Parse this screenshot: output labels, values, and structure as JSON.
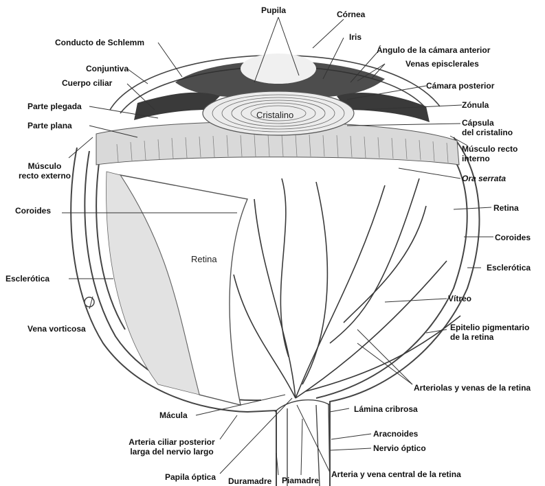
{
  "labels": {
    "pupila": "Pupila",
    "cornea": "Córnea",
    "schlemm": "Conducto de Schlemm",
    "iris": "Iris",
    "angulo": "Ángulo de la cámara anterior",
    "conjuntiva": "Conjuntiva",
    "venas_episclerales": "Venas episclerales",
    "cuerpo_ciliar": "Cuerpo ciliar",
    "camara_posterior": "Cámara posterior",
    "parte_plegada": "Parte plegada",
    "zonula": "Zónula",
    "parte_plana": "Parte plana",
    "capsula_1": "Cápsula",
    "capsula_2": "del cristalino",
    "musculo_recto_interno_1": "Músculo recto",
    "musculo_recto_interno_2": "interno",
    "musculo_recto_externo_1": "Músculo",
    "musculo_recto_externo_2": "recto externo",
    "ora_serrata": "Ora serrata",
    "coroides_left": "Coroides",
    "retina_right": "Retina",
    "coroides_right": "Coroides",
    "esclerotica_left": "Esclerótica",
    "esclerotica_right": "Esclerótica",
    "vitreo": "Vítreo",
    "vena_vorticosa": "Vena vorticosa",
    "epitelio_1": "Epitelio pigmentario",
    "epitelio_2": "de la retina",
    "arteriolas": "Arteriolas y venas de la retina",
    "macula": "Mácula",
    "lamina_cribrosa": "Lámina cribrosa",
    "arteria_ciliar_1": "Arteria ciliar posterior",
    "arteria_ciliar_2": "larga del nervio largo",
    "aracnoides": "Aracnoides",
    "nervio_optico": "Nervio óptico",
    "papila_optica": "Papila óptica",
    "duramadre": "Duramadre",
    "piamadre": "Piamadre",
    "arteria_vena_central": "Arteria y vena central de la retina"
  },
  "inner": {
    "cristalino": "Cristalino",
    "retina": "Retina"
  },
  "colors": {
    "line": "#333333",
    "stroke": "#444444",
    "dark_iris": "#2e2e2e",
    "vessel": "#3a3a3a"
  }
}
